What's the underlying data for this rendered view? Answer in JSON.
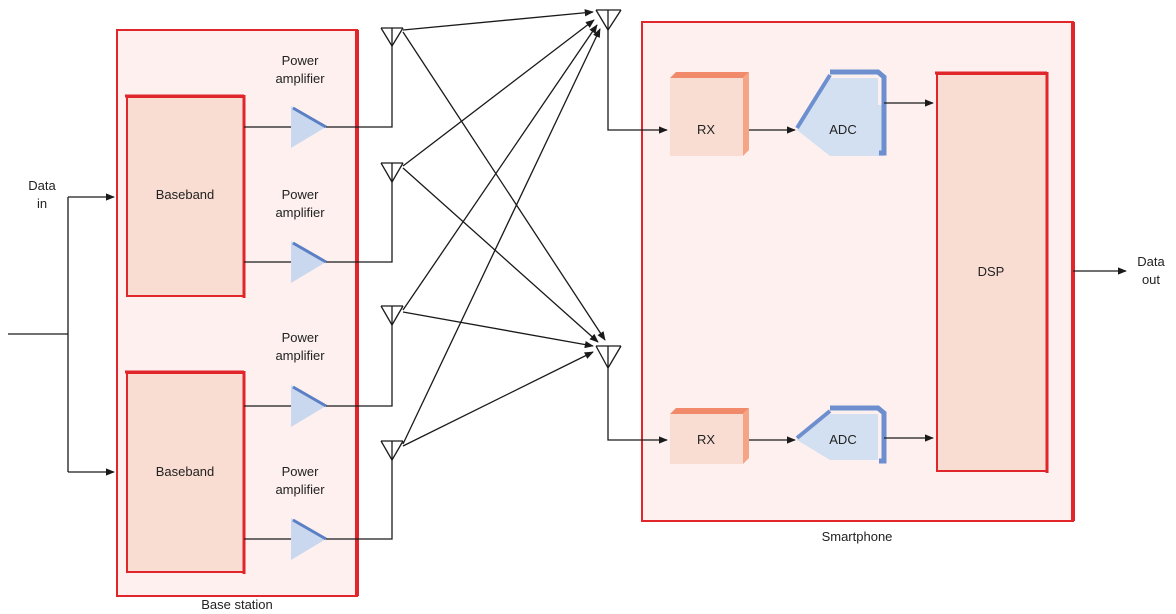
{
  "input": {
    "label_line1": "Data",
    "label_line2": "in"
  },
  "output": {
    "label_line1": "Data",
    "label_line2": "out"
  },
  "base_station": {
    "label": "Base station",
    "basebands": [
      {
        "label": "Baseband"
      },
      {
        "label": "Baseband"
      }
    ],
    "amplifiers": [
      {
        "label_line1": "Power",
        "label_line2": "amplifier"
      },
      {
        "label_line1": "Power",
        "label_line2": "amplifier"
      },
      {
        "label_line1": "Power",
        "label_line2": "amplifier"
      },
      {
        "label_line1": "Power",
        "label_line2": "amplifier"
      }
    ]
  },
  "smartphone": {
    "label": "Smartphone",
    "receivers": [
      {
        "label": "RX"
      },
      {
        "label": "RX"
      }
    ],
    "converters": [
      {
        "label": "ADC"
      },
      {
        "label": "ADC"
      }
    ],
    "processor": {
      "label": "DSP"
    }
  },
  "colors": {
    "frame_red": "#e0252b",
    "container_fill": "#fdf0ef",
    "block_fill": "#f9ddd3",
    "rx_accent": "#f08a6a",
    "amp_fill": "#c9d8ee",
    "amp_edge": "#5b7fc4",
    "adc_fill": "#d3e0f1",
    "adc_edge": "#6d8fcf"
  }
}
